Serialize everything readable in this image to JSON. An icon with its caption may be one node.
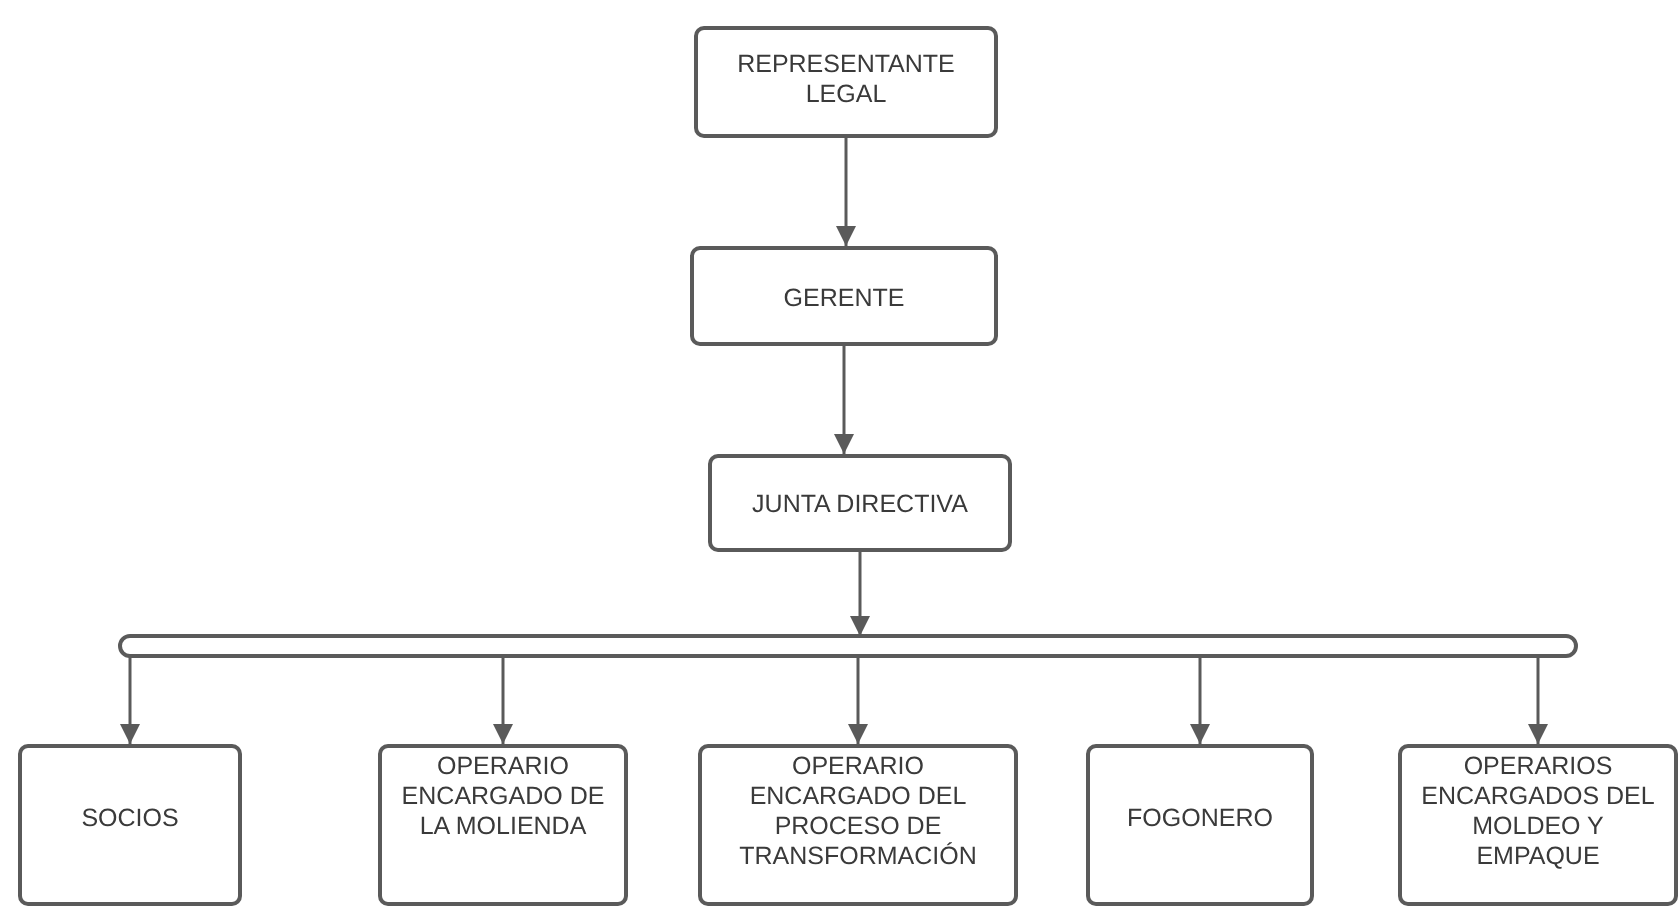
{
  "diagram": {
    "nodes": [
      {
        "text": [
          "REPRESENTANTE LEGAL"
        ]
      },
      {
        "text": [
          "GERENTE"
        ]
      },
      {
        "text": [
          "JUNTA DIRECTIVA"
        ]
      },
      {
        "text": [],
        "shape": "bar"
      },
      {
        "text": [
          "SOCIOS"
        ]
      },
      {
        "text": [
          "OPERARIO ENCARGADO DE LA MOLIENDA"
        ]
      },
      {
        "text": [
          "OPERARIO ENCARGADO DEL PROCESO DE TRANSFORMACIÓN"
        ]
      },
      {
        "text": [
          "FOGONERO"
        ]
      },
      {
        "text": [
          "OPERARIOS ENCARGADOS DEL MOLDEO Y EMPAQUE"
        ]
      }
    ],
    "edges": [
      {
        "from": 0,
        "to": 1,
        "arrow": "to"
      },
      {
        "from": 1,
        "to": 2,
        "arrow": "to"
      },
      {
        "from": 2,
        "to": 3,
        "arrow": "to"
      },
      {
        "from": 3,
        "to": 4,
        "arrow": "to"
      },
      {
        "from": 3,
        "to": 5,
        "arrow": "to"
      },
      {
        "from": 3,
        "to": 6,
        "arrow": "to"
      },
      {
        "from": 3,
        "to": 7,
        "arrow": "to"
      },
      {
        "from": 3,
        "to": 8,
        "arrow": "to"
      }
    ]
  }
}
